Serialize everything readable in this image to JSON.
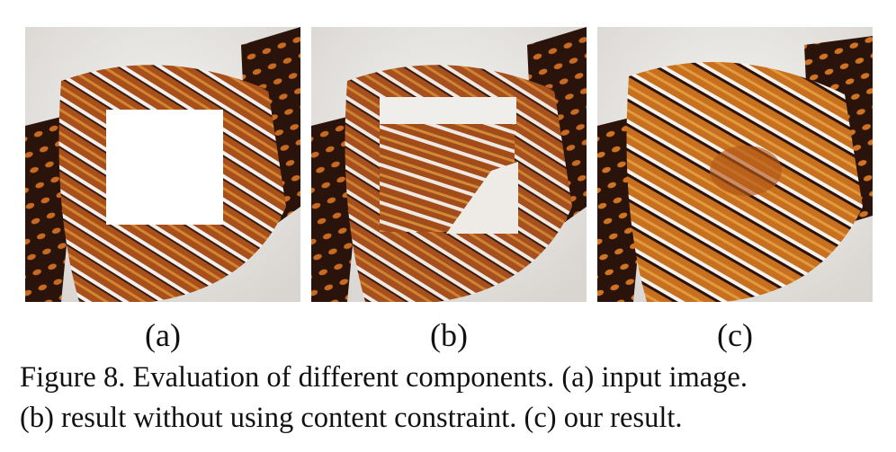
{
  "figure": {
    "panels": [
      {
        "label": "(a)",
        "image": "striped-tie-with-white-hole"
      },
      {
        "label": "(b)",
        "image": "striped-tie-misaligned-fill"
      },
      {
        "label": "(c)",
        "image": "striped-tie-completed"
      }
    ],
    "caption": {
      "line1": "Figure 8. Evaluation of different components. (a) input image.",
      "line2": "(b) result without using content constraint. (c) our result."
    }
  }
}
